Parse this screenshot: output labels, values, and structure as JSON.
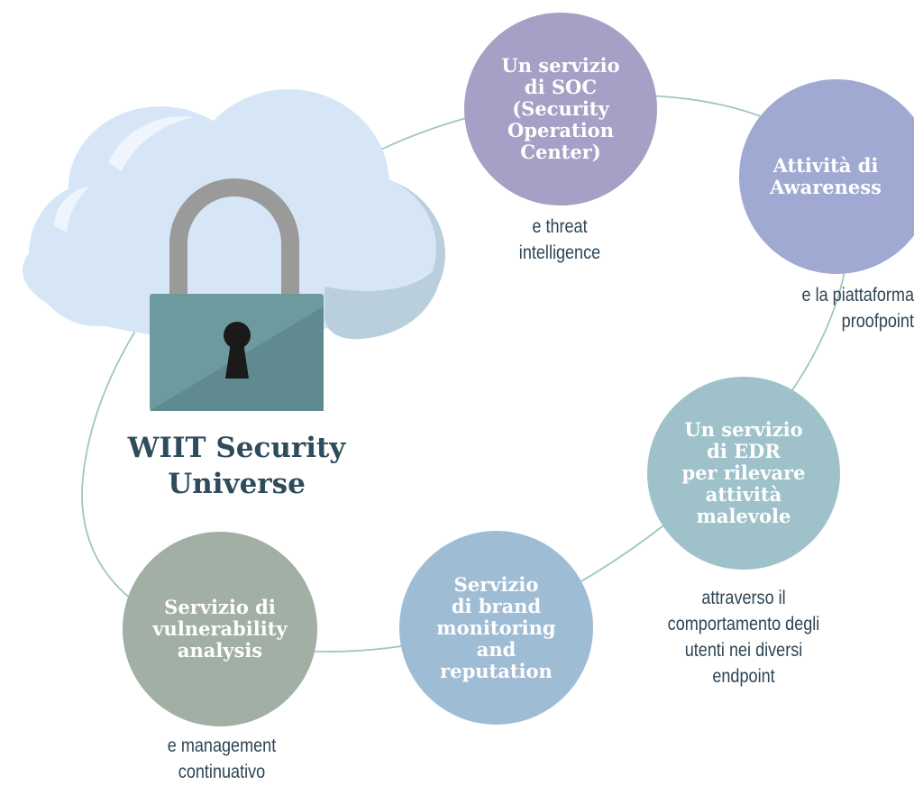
{
  "title": "WIIT Security\nUniverse",
  "colors": {
    "soc": "#a79fc5",
    "awareness": "#a0a9d2",
    "edr": "#9fc2ca",
    "brand": "#9fbcd5",
    "vulnerability": "#a2afa5",
    "orbit": "#9fc6c2",
    "caption": "#2d4454",
    "title": "#2f4c5c",
    "cloud": "#d6e6f6",
    "lock_body": "#6d9a9e",
    "lock_shackle": "#9a9a9a"
  },
  "nodes": [
    {
      "id": "soc",
      "title": "Un servizio\ndi SOC\n(Security\nOperation\nCenter)",
      "caption": "e threat\nintelligence"
    },
    {
      "id": "awareness",
      "title": "Attività di\nAwareness",
      "caption": "e la piattaforma\nproofpoint"
    },
    {
      "id": "edr",
      "title": "Un servizio\ndi EDR\nper rilevare\nattività\nmalevole",
      "caption": "attraverso il\ncomportamento degli\nutenti nei diversi\nendpoint"
    },
    {
      "id": "brand",
      "title": "Servizio\ndi brand\nmonitoring\nand\nreputation",
      "caption": ""
    },
    {
      "id": "vulnerability",
      "title": "Servizio di\nvulnerability\nanalysis",
      "caption": "e management\ncontinuativo"
    }
  ]
}
